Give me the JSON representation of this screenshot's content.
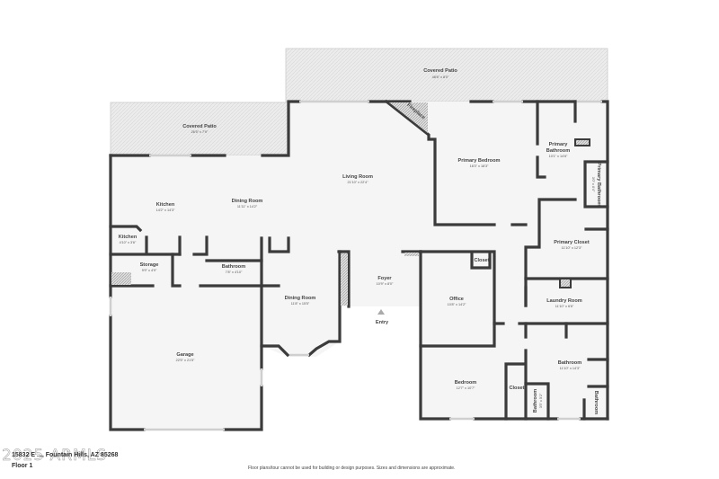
{
  "rooms": [
    {
      "name": "Covered Patio",
      "dims": "48'6\" x 8'0\""
    },
    {
      "name": "Covered Patio",
      "dims": "26'5\" x 7'9\""
    },
    {
      "name": "Living Room",
      "dims": "21'10\" x 22'4\""
    },
    {
      "name": "Primary Bedroom",
      "dims": "16'3\" x 18'3\""
    },
    {
      "name": "Primary Bathroom",
      "dims": "10'1\" x 14'6\""
    },
    {
      "name": "Primary Bathroom",
      "dims": "3'0\" x 6'4\""
    },
    {
      "name": "Kitchen",
      "dims": "14'2\" x 14'3\""
    },
    {
      "name": "Dining Room",
      "dims": "11'11\" x 14'2\""
    },
    {
      "name": "Kitchen",
      "dims": "4'10\" x 3'6\""
    },
    {
      "name": "Storage",
      "dims": "9'9\" x 4'9\""
    },
    {
      "name": "Bathroom",
      "dims": "7'8\" x 4'10\""
    },
    {
      "name": "Dining Room",
      "dims": "11'8\" x 15'5\""
    },
    {
      "name": "Foyer",
      "dims": "10'9\" x 8'0\""
    },
    {
      "name": "Office",
      "dims": "10'8\" x 14'2\""
    },
    {
      "name": "Primary Closet",
      "dims": "11'10\" x 12'3\""
    },
    {
      "name": "Laundry Room",
      "dims": "11'10\" x 6'6\""
    },
    {
      "name": "Garage",
      "dims": "22'5\" x 21'5\""
    },
    {
      "name": "Bedroom",
      "dims": "12'7\" x 10'7\""
    },
    {
      "name": "Bathroom",
      "dims": "11'10\" x 14'3\""
    },
    {
      "name": "Bathroom",
      "dims": "3'5\" x 5'2\""
    },
    {
      "name": "Bathroom",
      "dims": ""
    }
  ],
  "labels": {
    "fireplace": "Fireplace",
    "closet1": "Closet",
    "closet2": "Closet",
    "entry": "Entry"
  },
  "footer": {
    "address": "15832 E ..., Fountain Hills, AZ 85268",
    "floor": "Floor 1",
    "disclaimer": "Floor plans/tour cannot be used for building or design purposes. Sizes and dimensions are approximate.",
    "watermark": "2025 ARMLS"
  },
  "colors": {
    "wall": "#3b3b3b",
    "floor": "#f5f5f5",
    "patio": "#eeeeee"
  }
}
